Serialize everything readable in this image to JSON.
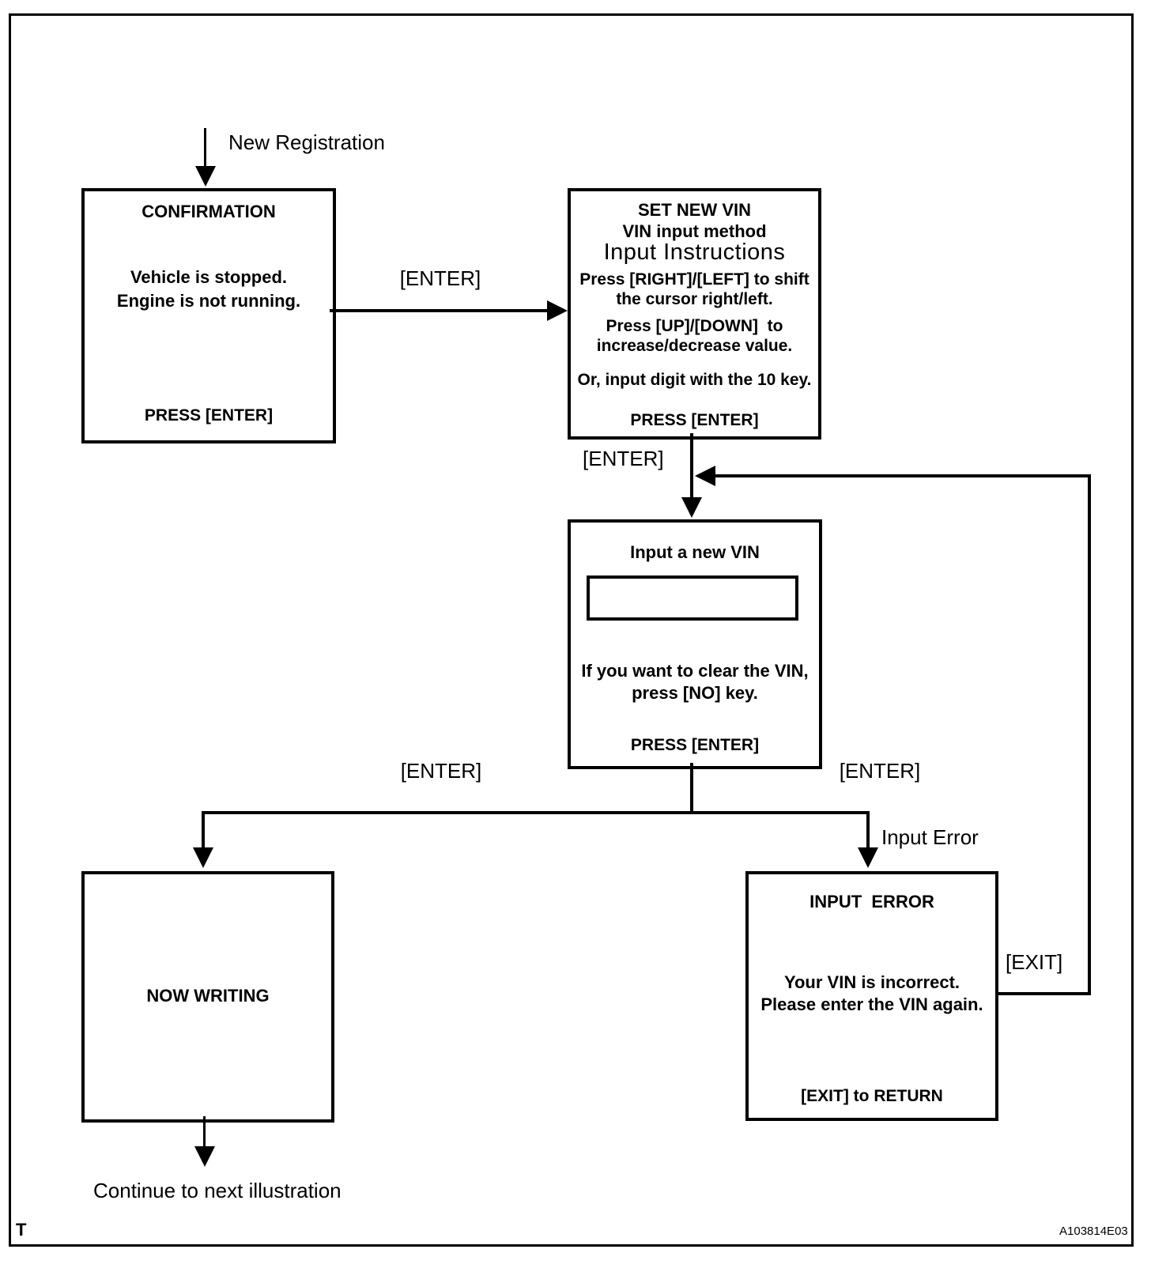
{
  "diagram": {
    "corner_mark": "T",
    "figure_code": "A103814E03",
    "labels": {
      "new_registration": "New Registration",
      "enter_top": "[ENTER]",
      "enter_mid": "[ENTER]",
      "enter_left_branch": "[ENTER]",
      "enter_right_branch": "[ENTER]",
      "input_error": "Input Error",
      "exit": "[EXIT]",
      "continue_next": "Continue to next illustration"
    },
    "boxes": {
      "confirmation": {
        "title": "CONFIRMATION",
        "line1": "Vehicle is stopped.",
        "line2": "Engine is not running.",
        "footer": "PRESS [ENTER]"
      },
      "set_new_vin": {
        "title": "SET NEW VIN",
        "subtitle": "VIN input method",
        "heading": "Input Instructions",
        "line1": "Press [RIGHT]/[LEFT] to shift",
        "line2": "the cursor right/left.",
        "line3": "Press [UP]/[DOWN]  to",
        "line4": "increase/decrease value.",
        "line5": "Or, input digit with the 10 key.",
        "footer": "PRESS [ENTER]"
      },
      "input_new_vin": {
        "title": "Input a new VIN",
        "input_value": "",
        "line1": "If you want to clear the VIN,",
        "line2": "press [NO] key.",
        "footer": "PRESS [ENTER]"
      },
      "now_writing": {
        "title": "NOW WRITING"
      },
      "input_error": {
        "title": "INPUT  ERROR",
        "line1": "Your VIN is incorrect.",
        "line2": "Please enter the VIN again.",
        "footer": "[EXIT] to RETURN"
      }
    }
  }
}
